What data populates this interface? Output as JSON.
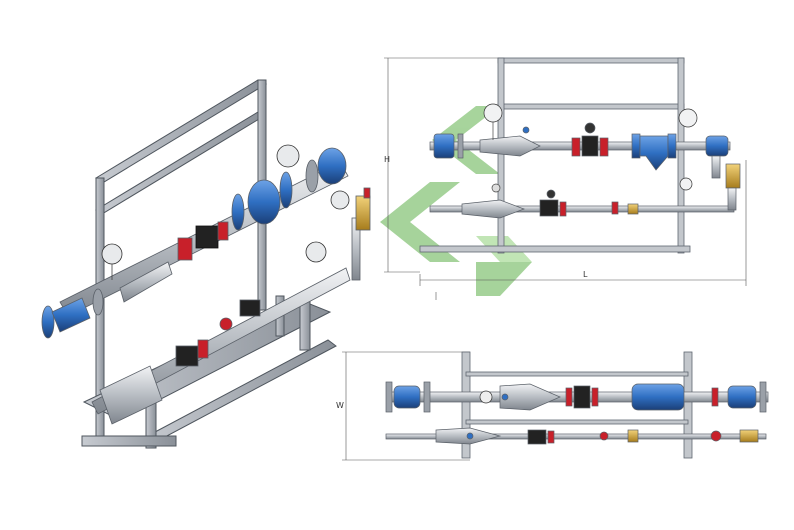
{
  "dimensions": {
    "height_label": "H",
    "length_label": "L",
    "width_label": "W"
  },
  "colors": {
    "frame": "#9aa0a8",
    "frame_dark": "#5f6670",
    "pipe": "#c9cdd2",
    "pipe_dark": "#7d848c",
    "valve_blue": "#2f6fc2",
    "valve_blue_dark": "#1b3f78",
    "red": "#c8202a",
    "brass": "#d5a537",
    "watermark_green": "#5fb04a",
    "dim_line": "#555555"
  },
  "icons": {
    "pressure_gauge": "pressure-gauge-icon",
    "water_meter": "water-meter-icon",
    "strainer": "strainer-icon",
    "ball_valve": "ball-valve-icon"
  }
}
